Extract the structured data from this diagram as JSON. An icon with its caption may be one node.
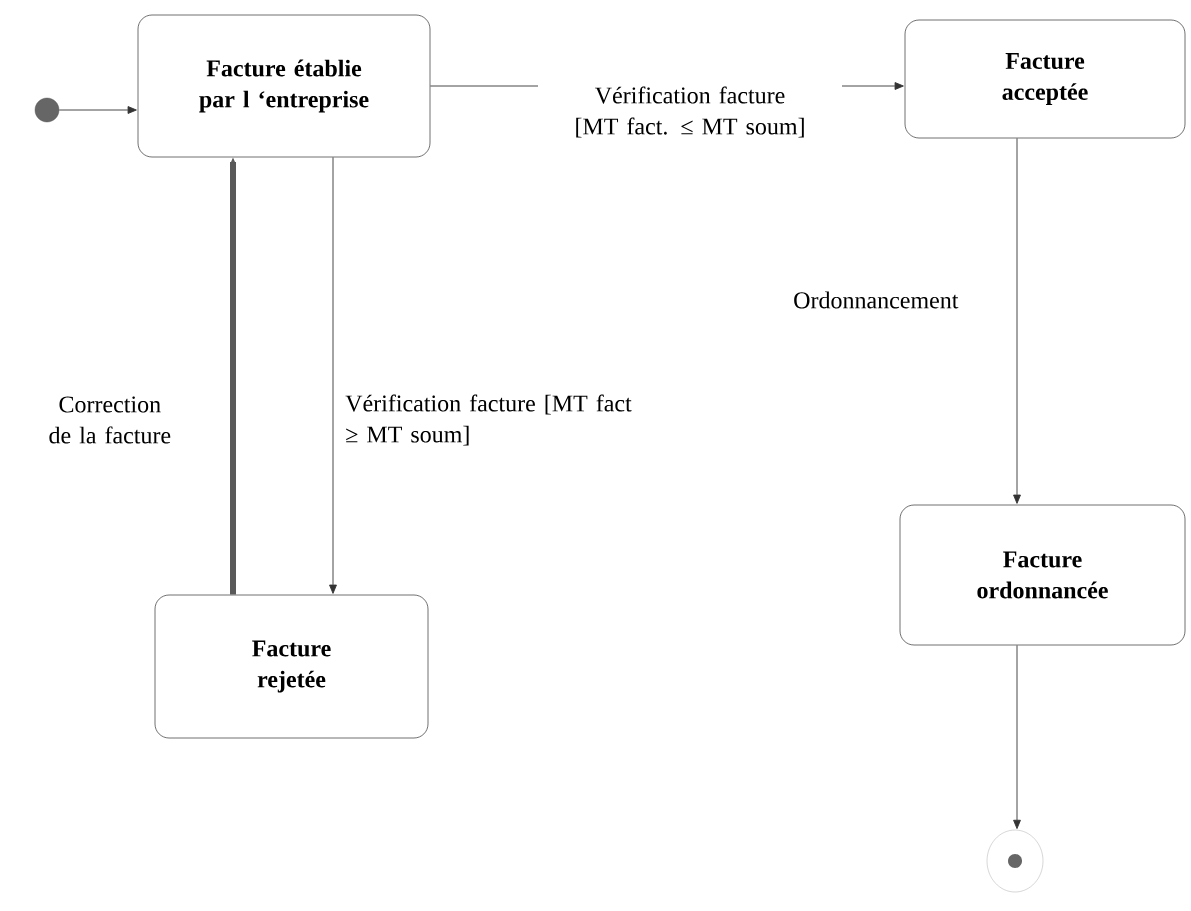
{
  "diagram": {
    "nodes": [
      {
        "text": [],
        "shape": "circle"
      },
      {
        "text": [
          "Facture établie par l ‘entreprise"
        ]
      },
      {
        "text": [
          "Facture acceptée"
        ]
      },
      {
        "text": [
          "Facture rejetée"
        ]
      },
      {
        "text": [
          "Facture ordonnancée"
        ]
      },
      {
        "text": [],
        "shape": "circle"
      }
    ],
    "edges": [
      {
        "from": 0,
        "to": 1,
        "arrow": "to"
      },
      {
        "from": 1,
        "to": 2,
        "arrow": "to",
        "label": "Vérification facture [MT fact. ≤ MT soum]"
      },
      {
        "from": 1,
        "to": 3,
        "arrow": "to",
        "label": "Vérification facture [MT fact ≥ MT soum]"
      },
      {
        "from": 3,
        "to": 1,
        "arrow": "to",
        "label": "Correction de la facture",
        "style": "thick"
      },
      {
        "from": 2,
        "to": 4,
        "arrow": "to",
        "label": "Ordonnancement"
      },
      {
        "from": 4,
        "to": 5,
        "arrow": "to"
      }
    ]
  }
}
